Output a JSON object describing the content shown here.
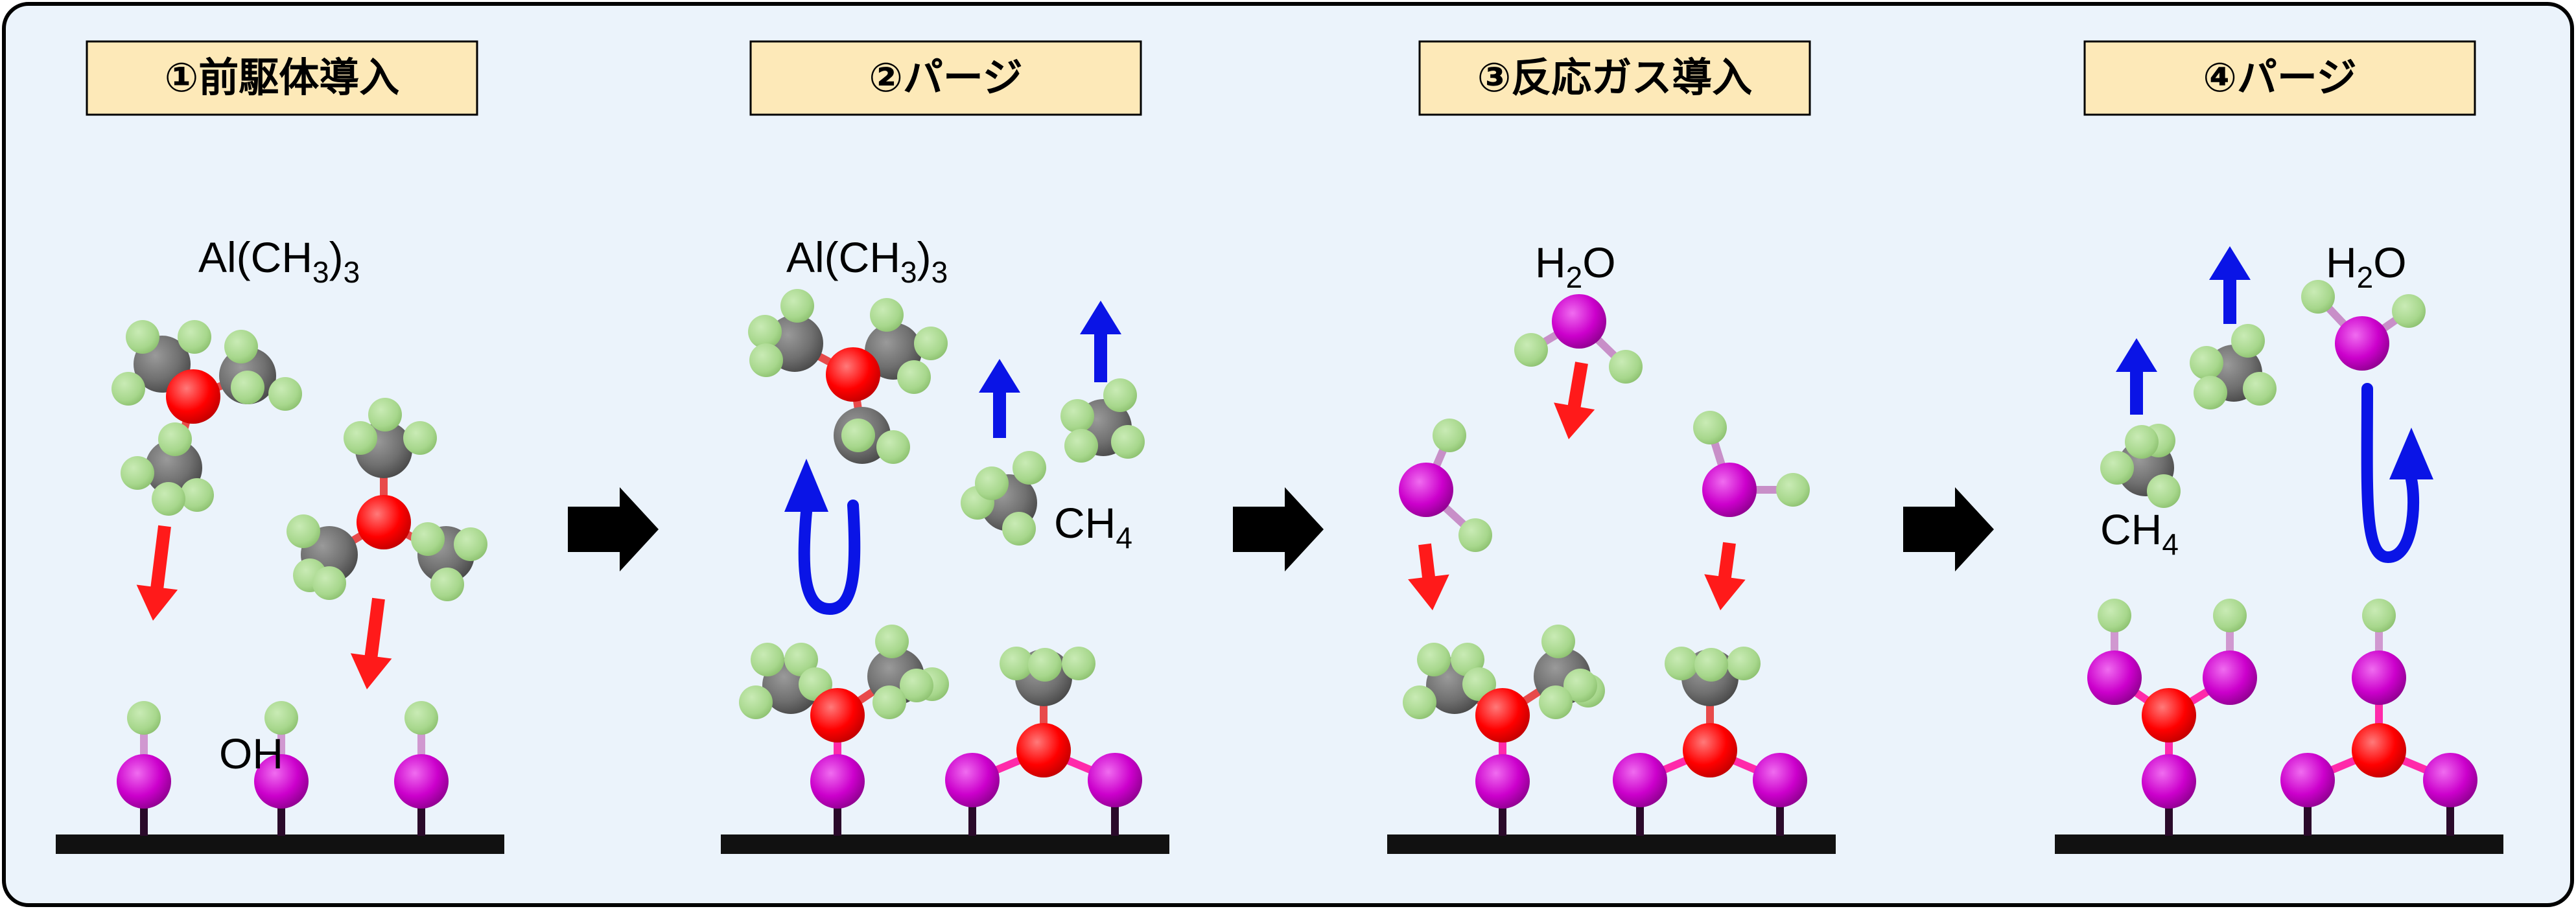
{
  "steps": [
    {
      "title": "①前駆体導入"
    },
    {
      "title": "②パージ"
    },
    {
      "title": "③反応ガス導入"
    },
    {
      "title": "④パージ"
    }
  ],
  "labels": {
    "precursor": {
      "main": "Al(CH",
      "sub1": "3",
      "mid": ")",
      "sub2": "3"
    },
    "hydroxyl": {
      "main": "OH"
    },
    "methane": {
      "main": "CH",
      "sub": "4"
    },
    "water": {
      "pre": "H",
      "sub": "2",
      "post": "O"
    }
  },
  "colors": {
    "background": "#ebf3fb",
    "title_box": "#fde9b8",
    "aluminum": "#ff0000",
    "oxygen": "#cc00cc",
    "carbon": "#707070",
    "hydrogen": "#a7d78c",
    "adsorb_arrow": "#ff1a1a",
    "desorb_arrow": "#0a14e6",
    "process_arrow": "#000000",
    "substrate": "#111111"
  }
}
